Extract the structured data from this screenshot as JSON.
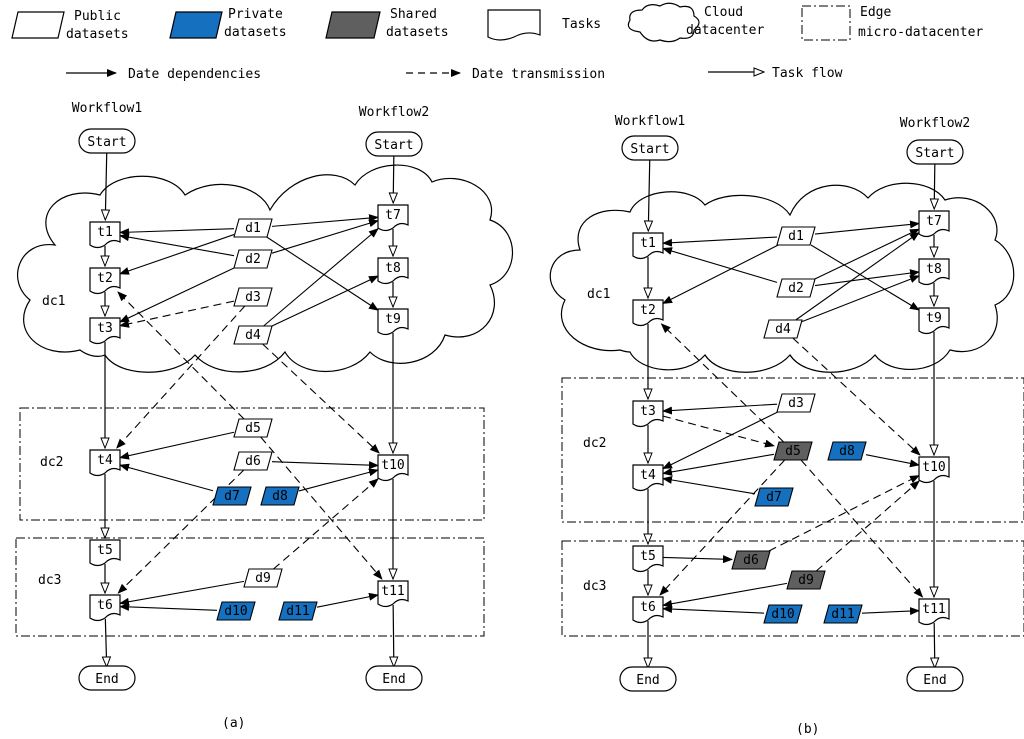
{
  "legend": {
    "public": "Public\ndatasets",
    "private": "Private\ndatasets",
    "shared": "Shared\ndatasets",
    "tasks": "Tasks",
    "cloud": "Cloud\ndatacenter",
    "edge": "Edge\nmicro-datacenter",
    "dep": "Date dependencies",
    "trans": "Date transmission",
    "flow": "Task flow"
  },
  "colors": {
    "private": "#1670c0",
    "shared": "#5f5f5f",
    "public": "#ffffff"
  },
  "panels": [
    {
      "caption": "(a)",
      "workflow1": "Workflow1",
      "workflow2": "Workflow2",
      "start": "Start",
      "end": "End",
      "regions": [
        "dc1",
        "dc2",
        "dc3"
      ],
      "tasks": [
        "t1",
        "t2",
        "t3",
        "t4",
        "t5",
        "t6",
        "t7",
        "t8",
        "t9",
        "t10",
        "t11"
      ],
      "datasets": [
        {
          "id": "d1",
          "kind": "public"
        },
        {
          "id": "d2",
          "kind": "public"
        },
        {
          "id": "d3",
          "kind": "public"
        },
        {
          "id": "d4",
          "kind": "public"
        },
        {
          "id": "d5",
          "kind": "public"
        },
        {
          "id": "d6",
          "kind": "public"
        },
        {
          "id": "d7",
          "kind": "private"
        },
        {
          "id": "d8",
          "kind": "private"
        },
        {
          "id": "d9",
          "kind": "public"
        },
        {
          "id": "d10",
          "kind": "private"
        },
        {
          "id": "d11",
          "kind": "private"
        }
      ]
    },
    {
      "caption": "(b)",
      "workflow1": "Workflow1",
      "workflow2": "Workflow2",
      "start": "Start",
      "end": "End",
      "regions": [
        "dc1",
        "dc2",
        "dc3"
      ],
      "tasks": [
        "t1",
        "t2",
        "t3",
        "t4",
        "t5",
        "t6",
        "t7",
        "t8",
        "t9",
        "t10",
        "t11"
      ],
      "datasets": [
        {
          "id": "d1",
          "kind": "public"
        },
        {
          "id": "d2",
          "kind": "public"
        },
        {
          "id": "d3",
          "kind": "public"
        },
        {
          "id": "d4",
          "kind": "public"
        },
        {
          "id": "d5",
          "kind": "shared"
        },
        {
          "id": "d6",
          "kind": "shared"
        },
        {
          "id": "d7",
          "kind": "private"
        },
        {
          "id": "d8",
          "kind": "private"
        },
        {
          "id": "d9",
          "kind": "shared"
        },
        {
          "id": "d10",
          "kind": "private"
        },
        {
          "id": "d11",
          "kind": "private"
        }
      ]
    }
  ]
}
